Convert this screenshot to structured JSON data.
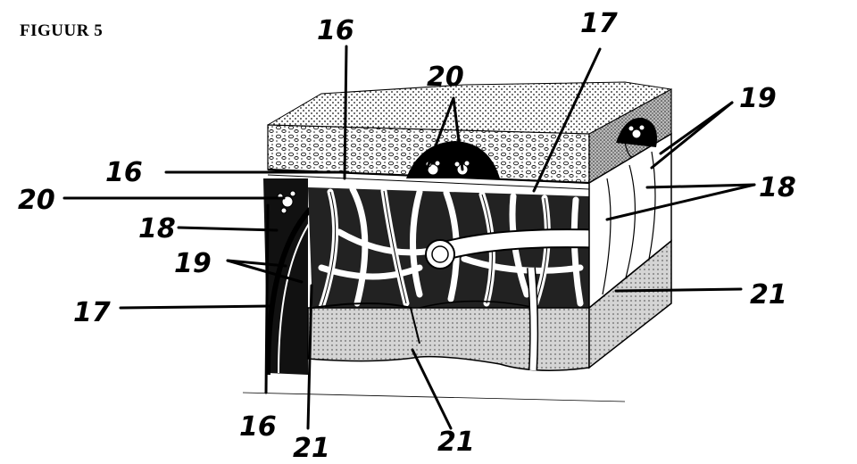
{
  "figure": {
    "title": "FIGUUR   5"
  },
  "labels": [
    {
      "id": "l16a",
      "text": "16"
    },
    {
      "id": "l16b",
      "text": "16"
    },
    {
      "id": "l16c",
      "text": "16"
    },
    {
      "id": "l17a",
      "text": "17"
    },
    {
      "id": "l17b",
      "text": "17"
    },
    {
      "id": "l18a",
      "text": "18"
    },
    {
      "id": "l18b",
      "text": "18"
    },
    {
      "id": "l19a",
      "text": "19"
    },
    {
      "id": "l19b",
      "text": "19"
    },
    {
      "id": "l20a",
      "text": "20"
    },
    {
      "id": "l20b",
      "text": "20"
    },
    {
      "id": "l21a",
      "text": "21"
    },
    {
      "id": "l21b",
      "text": "21"
    },
    {
      "id": "l21c",
      "text": "21"
    }
  ]
}
